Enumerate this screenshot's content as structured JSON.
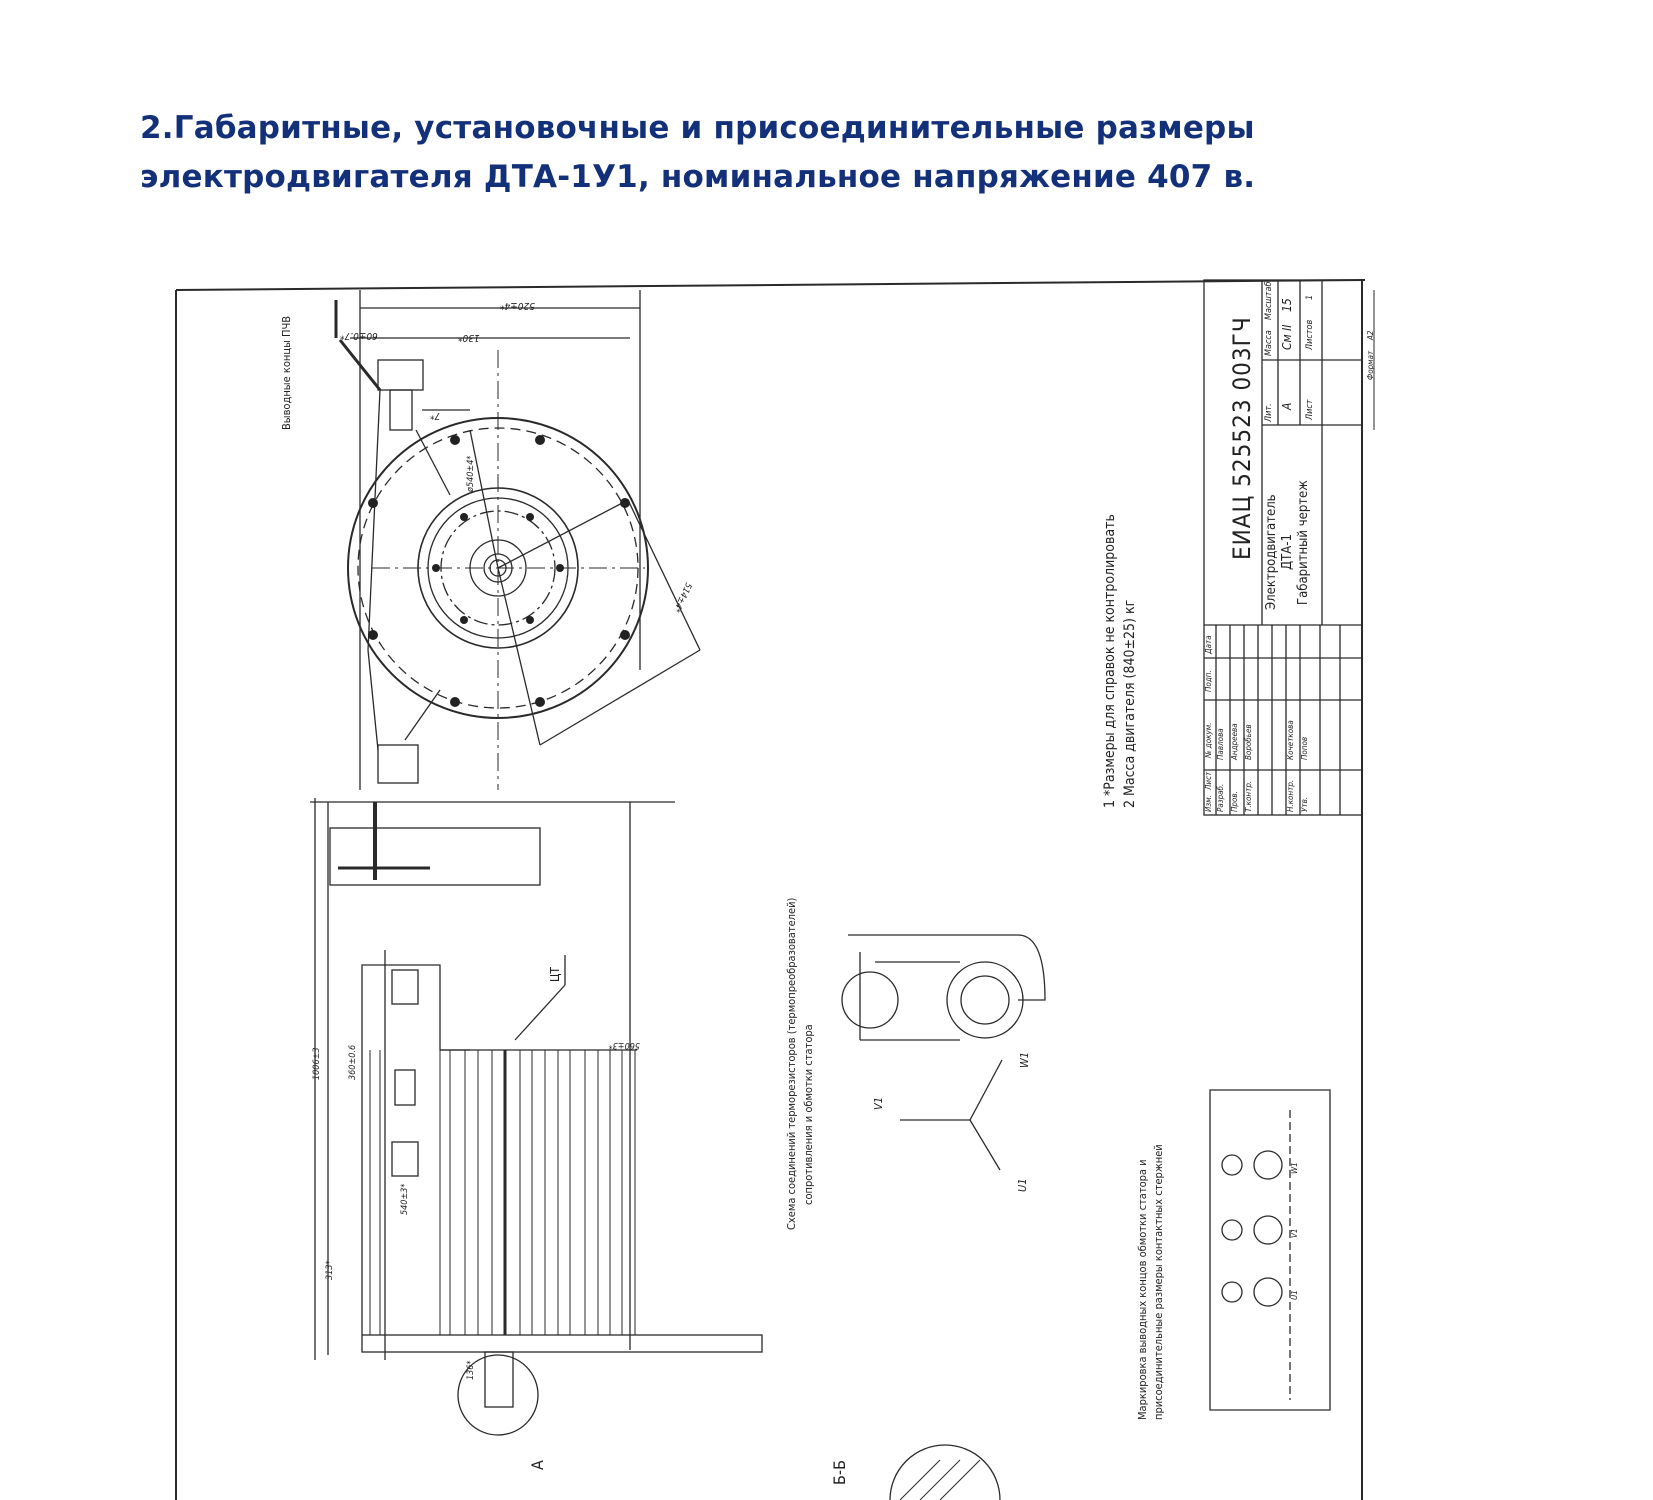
{
  "heading": {
    "line1": "2.Габаритные, установочные и присоединительные размеры",
    "line2": "электродвигателя ДТА-1У1, номинальное напряжение 407 в."
  },
  "drawing": {
    "title_block": {
      "document_code": "ЕИАЦ 525523 003ГЧ",
      "product_name": "Электродвигатель",
      "product_model": "ДТА-1",
      "drawing_type": "Габаритный чертеж",
      "col_headers": [
        "Лит.",
        "Масса",
        "Масштаб"
      ],
      "lit_value": "А",
      "mass_value": "См II",
      "scale_value": "15",
      "sheet_label": "Лист",
      "sheets_label": "Листов",
      "sheets_value": "1",
      "format_label": "Формат",
      "format_value": "А2",
      "signature_headers": [
        "Изм.",
        "Лист",
        "№ докум.",
        "Подп.",
        "Дата"
      ],
      "signature_rows": [
        {
          "role": "Разраб.",
          "name": "Павлова"
        },
        {
          "role": "Пров.",
          "name": "Андреева"
        },
        {
          "role": "Т.контр.",
          "name": "Воробьев"
        },
        {
          "role": "Н.контр.",
          "name": "Кочеткова"
        },
        {
          "role": "Утв.",
          "name": "Попов"
        }
      ]
    },
    "notes": [
      "1 *Размеры для справок не контролировать",
      "2 Масса двигателя (840±25) кг"
    ],
    "top_view": {
      "lead_label": "Выводные концы ПЧВ",
      "dims": [
        "520±4*",
        "60±0.7*",
        "130*",
        "7*",
        "ø540±4*",
        "514±4*"
      ]
    },
    "side_view": {
      "cg_label": "ЦТ",
      "dims": [
        "1006±3",
        "360±0.6",
        "540±3*",
        "313*",
        "136*",
        "560±3*"
      ],
      "section_label": "A",
      "section_cut": "Б-Б"
    },
    "schematic": {
      "caption_line1": "Схема соединений терморезисторов (термопреобразователей)",
      "caption_line2": "сопротивления и обмотки статора",
      "phase_labels": [
        "V1",
        "W1",
        "U1"
      ]
    },
    "terminal_marking": {
      "caption_line1": "Маркировка выводных концов обмотки статора и",
      "caption_line2": "присоединительные размеры контактных стержней",
      "terminal_labels": [
        "U1",
        "V1",
        "W1"
      ]
    }
  }
}
